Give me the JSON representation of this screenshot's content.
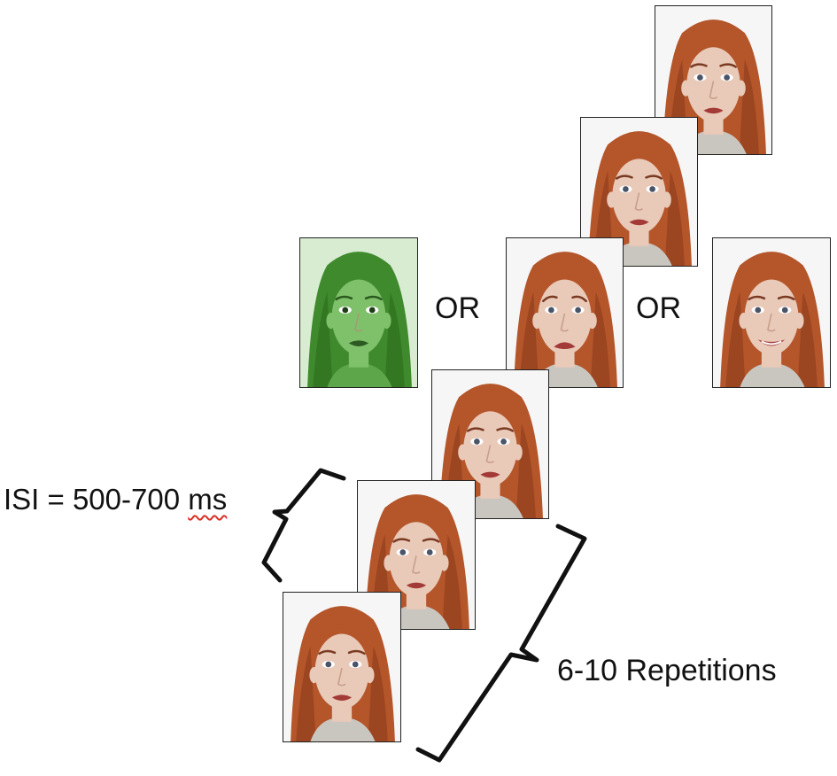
{
  "labels": {
    "or_left": "OR",
    "or_right": "OR",
    "isi_prefix": "ISI = 500-700 ",
    "isi_unit": "ms",
    "repetitions": "6-10 Repetitions"
  },
  "faces": [
    {
      "id": "face-top",
      "variant": "neutral"
    },
    {
      "id": "face-2",
      "variant": "neutral"
    },
    {
      "id": "face-deviant-sad",
      "variant": "sad"
    },
    {
      "id": "face-deviant-green",
      "variant": "green"
    },
    {
      "id": "face-deviant-happy",
      "variant": "happy"
    },
    {
      "id": "face-4",
      "variant": "neutral"
    },
    {
      "id": "face-5",
      "variant": "neutral"
    },
    {
      "id": "face-bottom",
      "variant": "neutral"
    }
  ],
  "colors": {
    "hair": "#b4552a",
    "hair_dark": "#8a3a1c",
    "skin": "#e9c9b8",
    "sweater": "#c9c6c0",
    "green_tint": "#4f9a3a",
    "lips": "#a33a38",
    "bracket": "#111111",
    "spellcheck": "#d93025"
  }
}
